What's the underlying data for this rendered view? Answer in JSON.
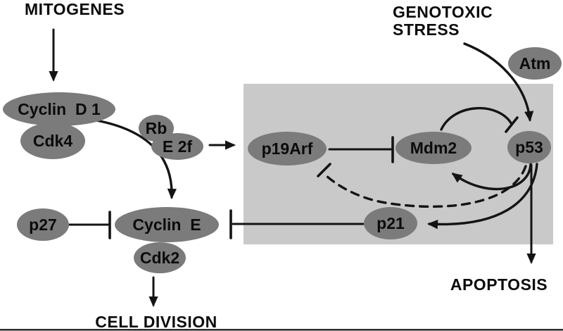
{
  "figure": {
    "type": "signaling-pathway-diagram",
    "description": "Cell cycle and p53 pathway diagram with nuclear compartment box"
  },
  "colors": {
    "background": "#ffffff",
    "box_fill": "#c9c9c9",
    "node_fill": "#7b7b7b",
    "line": "#141414",
    "text": "#0b0b0b",
    "bottom_rule": "#2a2a2a"
  },
  "labels": {
    "mitogenes": "MITOGENES",
    "genotoxic_line1": "GENOTOXIC",
    "genotoxic_line2": "STRESS",
    "apoptosis": "APOPTOSIS",
    "cell_division": "CELL DIVISION"
  },
  "nodes": {
    "cyclin_d1": "Cyclin  D 1",
    "cdk4": "Cdk4",
    "rb": "Rb",
    "e2f": "E 2f",
    "p19arf": "p19Arf",
    "mdm2": "Mdm2",
    "p53": "p53",
    "atm": "Atm",
    "p27": "p27",
    "cyclin_e": "Cyclin  E",
    "cdk2": "Cdk2",
    "p21": "p21"
  },
  "edges": [
    {
      "from": "MITOGENES",
      "to": "Cyclin D1/Cdk4",
      "type": "activation"
    },
    {
      "from": "Cyclin D1/Cdk4",
      "to": "Cyclin E/Cdk2",
      "type": "activation"
    },
    {
      "from": "Rb/E2f",
      "to": "p19Arf",
      "type": "activation"
    },
    {
      "from": "p19Arf",
      "to": "Mdm2",
      "type": "inhibition"
    },
    {
      "from": "GENOTOXIC STRESS",
      "to": "p53",
      "type": "activation",
      "via": "Atm"
    },
    {
      "from": "Mdm2",
      "to": "p53",
      "type": "inhibition"
    },
    {
      "from": "p53",
      "to": "Mdm2",
      "type": "activation"
    },
    {
      "from": "p53",
      "to": "p21",
      "type": "activation"
    },
    {
      "from": "p53",
      "to": "p19Arf",
      "type": "inhibition",
      "style": "dashed"
    },
    {
      "from": "p53",
      "to": "APOPTOSIS",
      "type": "activation"
    },
    {
      "from": "p27",
      "to": "Cyclin E",
      "type": "inhibition"
    },
    {
      "from": "p21",
      "to": "Cyclin E",
      "type": "inhibition"
    },
    {
      "from": "Cyclin E/Cdk2",
      "to": "CELL DIVISION",
      "type": "activation"
    }
  ]
}
